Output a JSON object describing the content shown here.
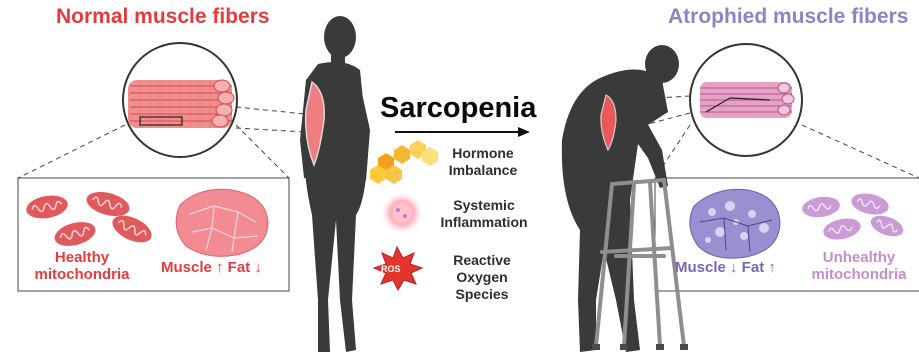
{
  "titles": {
    "left": "Normal muscle fibers",
    "right": "Atrophied muscle fibers",
    "center": "Sarcopenia"
  },
  "factors": [
    {
      "label": "Hormone Imbalance",
      "icon": "hexagon-cluster-icon"
    },
    {
      "label": "Systemic Inflammation",
      "icon": "inflammation-glow-icon"
    },
    {
      "label": "Reactive Oxygen Species",
      "icon": "ros-starburst-icon",
      "badge": "ROS"
    }
  ],
  "left_panel": {
    "mitochondria_label": "Healthy mitochondria",
    "tissue_label": "Muscle ↑ Fat ↓"
  },
  "right_panel": {
    "tissue_label": "Muscle ↓ Fat ↑",
    "mitochondria_label": "Unhealthy mitochondria"
  },
  "colors": {
    "normal": "#e23c3f",
    "atrophied": "#8d84c6",
    "unhealthy": "#c28fcc",
    "silhouette": "#3a3a3a"
  }
}
